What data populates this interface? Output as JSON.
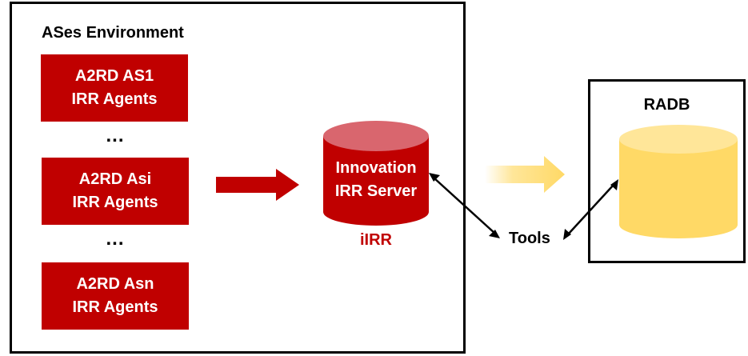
{
  "environment": {
    "title": "ASes Environment",
    "agents": [
      {
        "line1": "A2RD AS1",
        "line2": "IRR Agents"
      },
      {
        "line1": "A2RD Asi",
        "line2": "IRR Agents"
      },
      {
        "line1": "A2RD Asn",
        "line2": "IRR Agents"
      }
    ],
    "ellipsis": "..."
  },
  "server": {
    "line1": "Innovation",
    "line2": "IRR Server",
    "name": "iIRR"
  },
  "tools": {
    "label": "Tools"
  },
  "radb": {
    "title": "RADB"
  },
  "colors": {
    "red": "#c00000",
    "red_light": "#d9666e",
    "yellow": "#ffd966",
    "yellow_light": "#ffe699",
    "black": "#000000"
  }
}
